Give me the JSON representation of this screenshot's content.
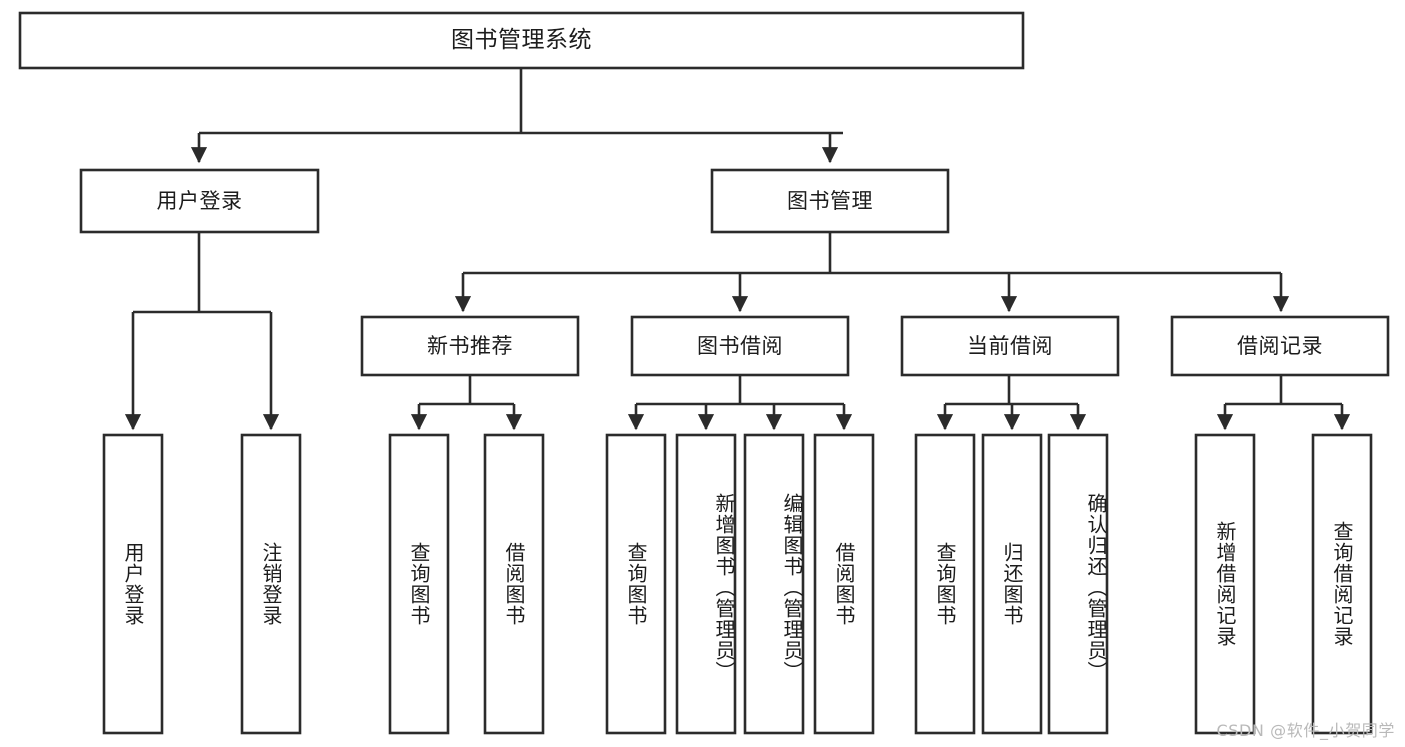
{
  "diagram": {
    "type": "tree-hierarchy",
    "orientation": "top-down",
    "title": "图书管理系统",
    "colors": {
      "box_stroke": "#2b2b2b",
      "box_fill": "#ffffff",
      "text": "#1c1c1c",
      "background": "#ffffff",
      "watermark": "#b9b9b9"
    },
    "root": {
      "label": "图书管理系统"
    },
    "level2": [
      {
        "label": "用户登录"
      },
      {
        "label": "图书管理"
      }
    ],
    "level3": [
      {
        "label": "新书推荐"
      },
      {
        "label": "图书借阅"
      },
      {
        "label": "当前借阅"
      },
      {
        "label": "借阅记录"
      }
    ],
    "leaves": {
      "user_login": [
        {
          "label": "用户登录"
        },
        {
          "label": "注销登录"
        }
      ],
      "new_book_recommend": [
        {
          "label": "查询图书"
        },
        {
          "label": "借阅图书"
        }
      ],
      "book_borrow": [
        {
          "label": "查询图书"
        },
        {
          "label": "新增图书（管理员）"
        },
        {
          "label": "编辑图书（管理员）"
        },
        {
          "label": "借阅图书"
        }
      ],
      "current_borrow": [
        {
          "label": "查询图书"
        },
        {
          "label": "归还图书"
        },
        {
          "label": "确认归还（管理员）"
        }
      ],
      "borrow_record": [
        {
          "label": "新增借阅记录"
        },
        {
          "label": "查询借阅记录"
        }
      ]
    }
  },
  "watermark": {
    "text": "CSDN @软件_小贺同学"
  }
}
